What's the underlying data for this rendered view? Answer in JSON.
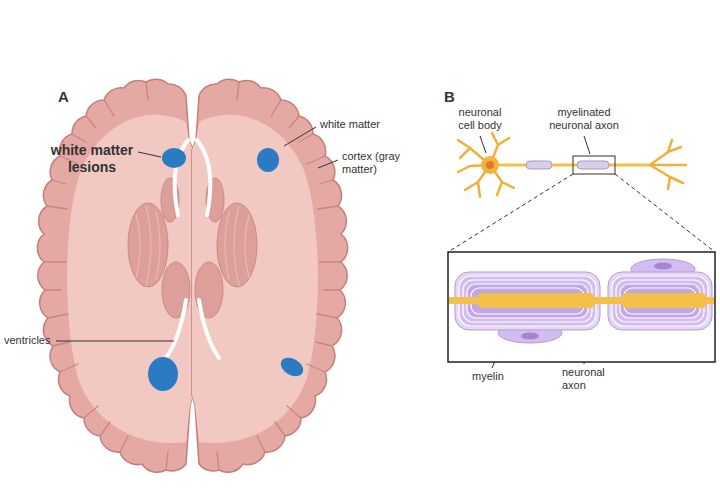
{
  "diagram": {
    "labels": [
      "A",
      "white matter lesions",
      "white matter",
      "cortex (gray matter)",
      "ventricles",
      "B",
      "neuronal cell body",
      "myelinated neuronal axon",
      "myelin",
      "neuronal axon"
    ]
  }
}
